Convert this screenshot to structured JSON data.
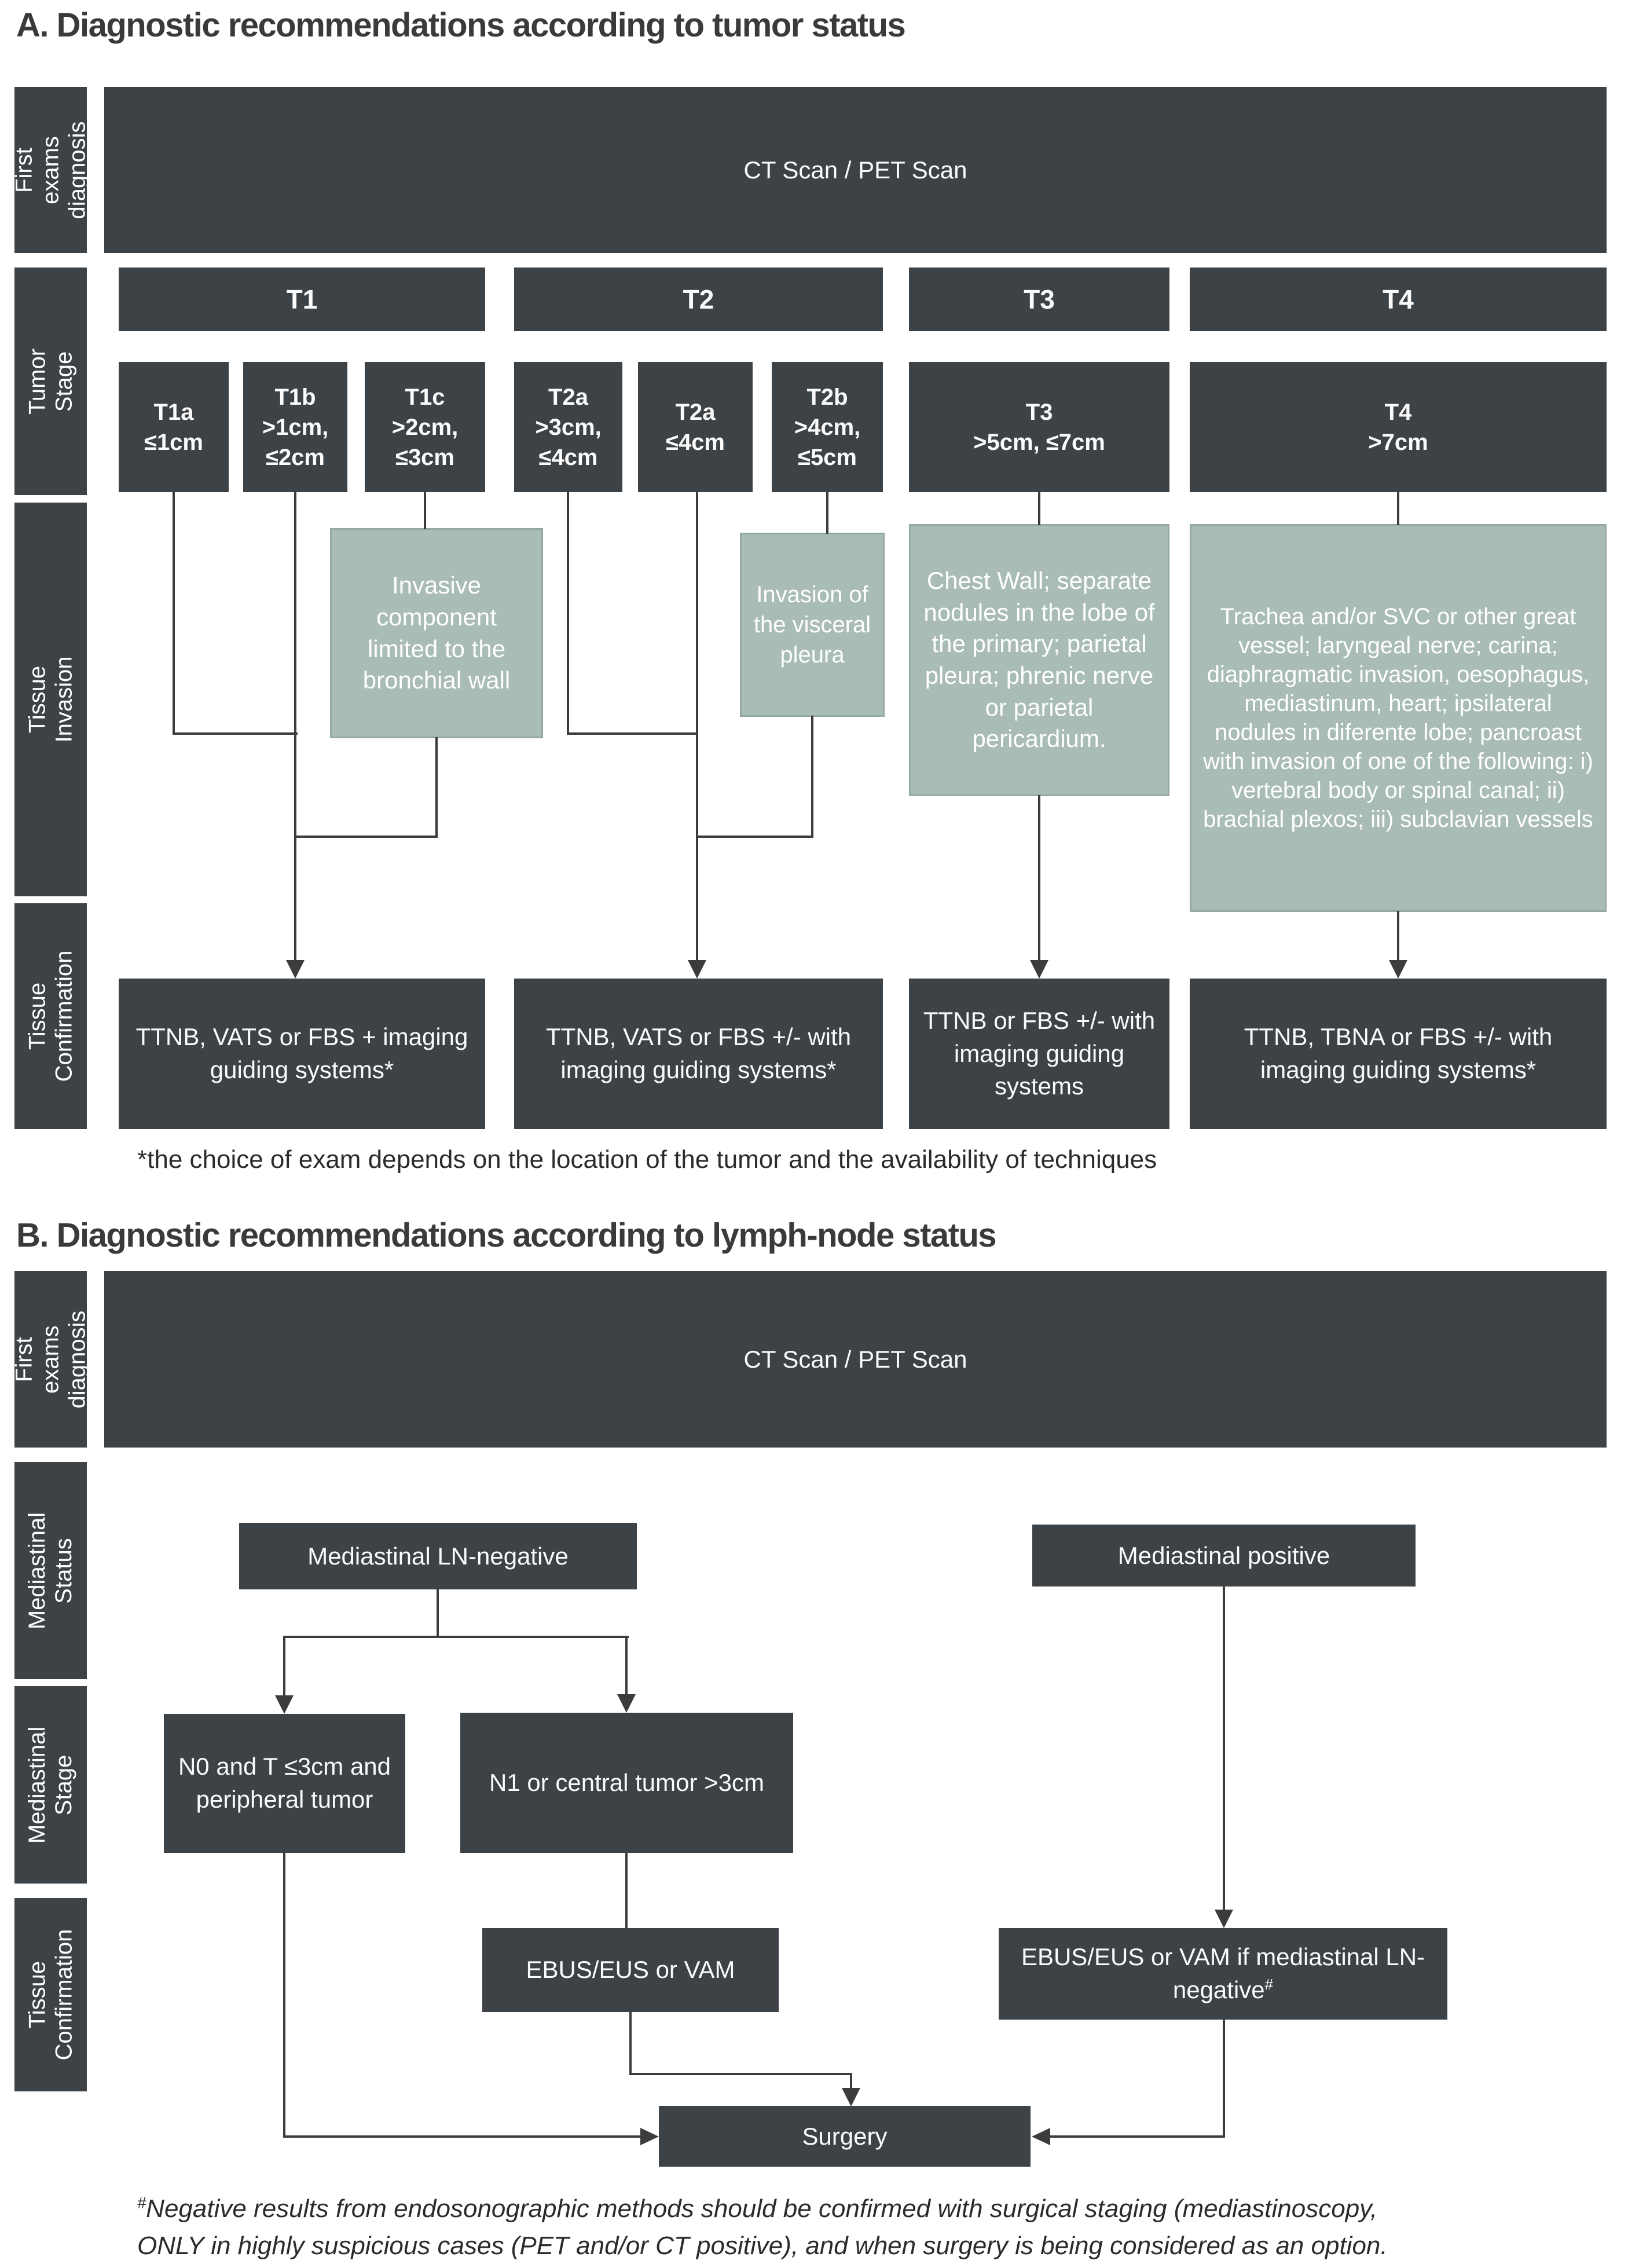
{
  "colors": {
    "box_dark": "#3d4246",
    "box_green": "#a9bcb7",
    "line": "#3c3c3c",
    "background": "#ffffff"
  },
  "sectionA": {
    "title": "A. Diagnostic recommendations according to tumor status",
    "row_labels": [
      "First exams\ndiagnosis",
      "Tumor Stage",
      "Tissue Invasion",
      "Tissue\nConfirmation"
    ],
    "first_exam": "CT Scan / PET Scan",
    "stage_headers": [
      "T1",
      "T2",
      "T3",
      "T4"
    ],
    "stages": [
      {
        "label": "T1a",
        "size": "≤1cm"
      },
      {
        "label": "T1b",
        "size": ">1cm, ≤2cm"
      },
      {
        "label": "T1c",
        "size": ">2cm, ≤3cm"
      },
      {
        "label": "T2a",
        "size": ">3cm, ≤4cm"
      },
      {
        "label": "T2a",
        "size": "≤4cm"
      },
      {
        "label": "T2b",
        "size": ">4cm, ≤5cm"
      },
      {
        "label": "T3",
        "size": ">5cm, ≤7cm"
      },
      {
        "label": "T4",
        "size": ">7cm"
      }
    ],
    "invasion_boxes": [
      "Invasive component limited to the bronchial wall",
      "Invasion of the visceral pleura",
      "Chest Wall; separate nodules in the lobe of the primary; parietal pleura; phrenic nerve or parietal pericardium.",
      "Trachea and/or SVC or other great vessel; laryngeal nerve; carina; diaphragmatic invasion, oesophagus, mediastinum, heart; ipsilateral nodules in diferente lobe; pancroast with invasion of one of the following: i) vertebral body or spinal canal; ii) brachial plexos; iii) subclavian vessels"
    ],
    "confirmation_boxes": [
      "TTNB, VATS or FBS + imaging guiding systems*",
      "TTNB, VATS or FBS +/- with imaging guiding systems*",
      "TTNB or FBS +/- with imaging guiding systems",
      "TTNB, TBNA or FBS +/- with imaging guiding systems*"
    ],
    "footnote": "*the choice of exam depends on the location of the tumor and the availability of techniques"
  },
  "sectionB": {
    "title": "B. Diagnostic recommendations according to lymph-node status",
    "row_labels": [
      "First exams\ndiagnosis",
      "Mediastinal\nStatus",
      "Mediastinal\nStage",
      "Tissue\nConfirmation"
    ],
    "first_exam": "CT Scan / PET Scan",
    "status_boxes": [
      "Mediastinal LN-negative",
      "Mediastinal positive"
    ],
    "stage_boxes": [
      "N0 and T ≤3cm and peripheral tumor",
      "N1 or central tumor >3cm"
    ],
    "confirmation_boxes": [
      {
        "text": "EBUS/EUS or VAM",
        "sup": ""
      },
      {
        "text": "EBUS/EUS or VAM if mediastinal LN-negative",
        "sup": "#"
      }
    ],
    "surgery": "Surgery",
    "footnote": {
      "sup": "#",
      "line1": "Negative results from endosonographic methods should be confirmed with surgical staging (mediastinoscopy,",
      "line2": "ONLY in highly suspicious cases (PET and/or CT positive), and when surgery is being considered as an option."
    }
  }
}
